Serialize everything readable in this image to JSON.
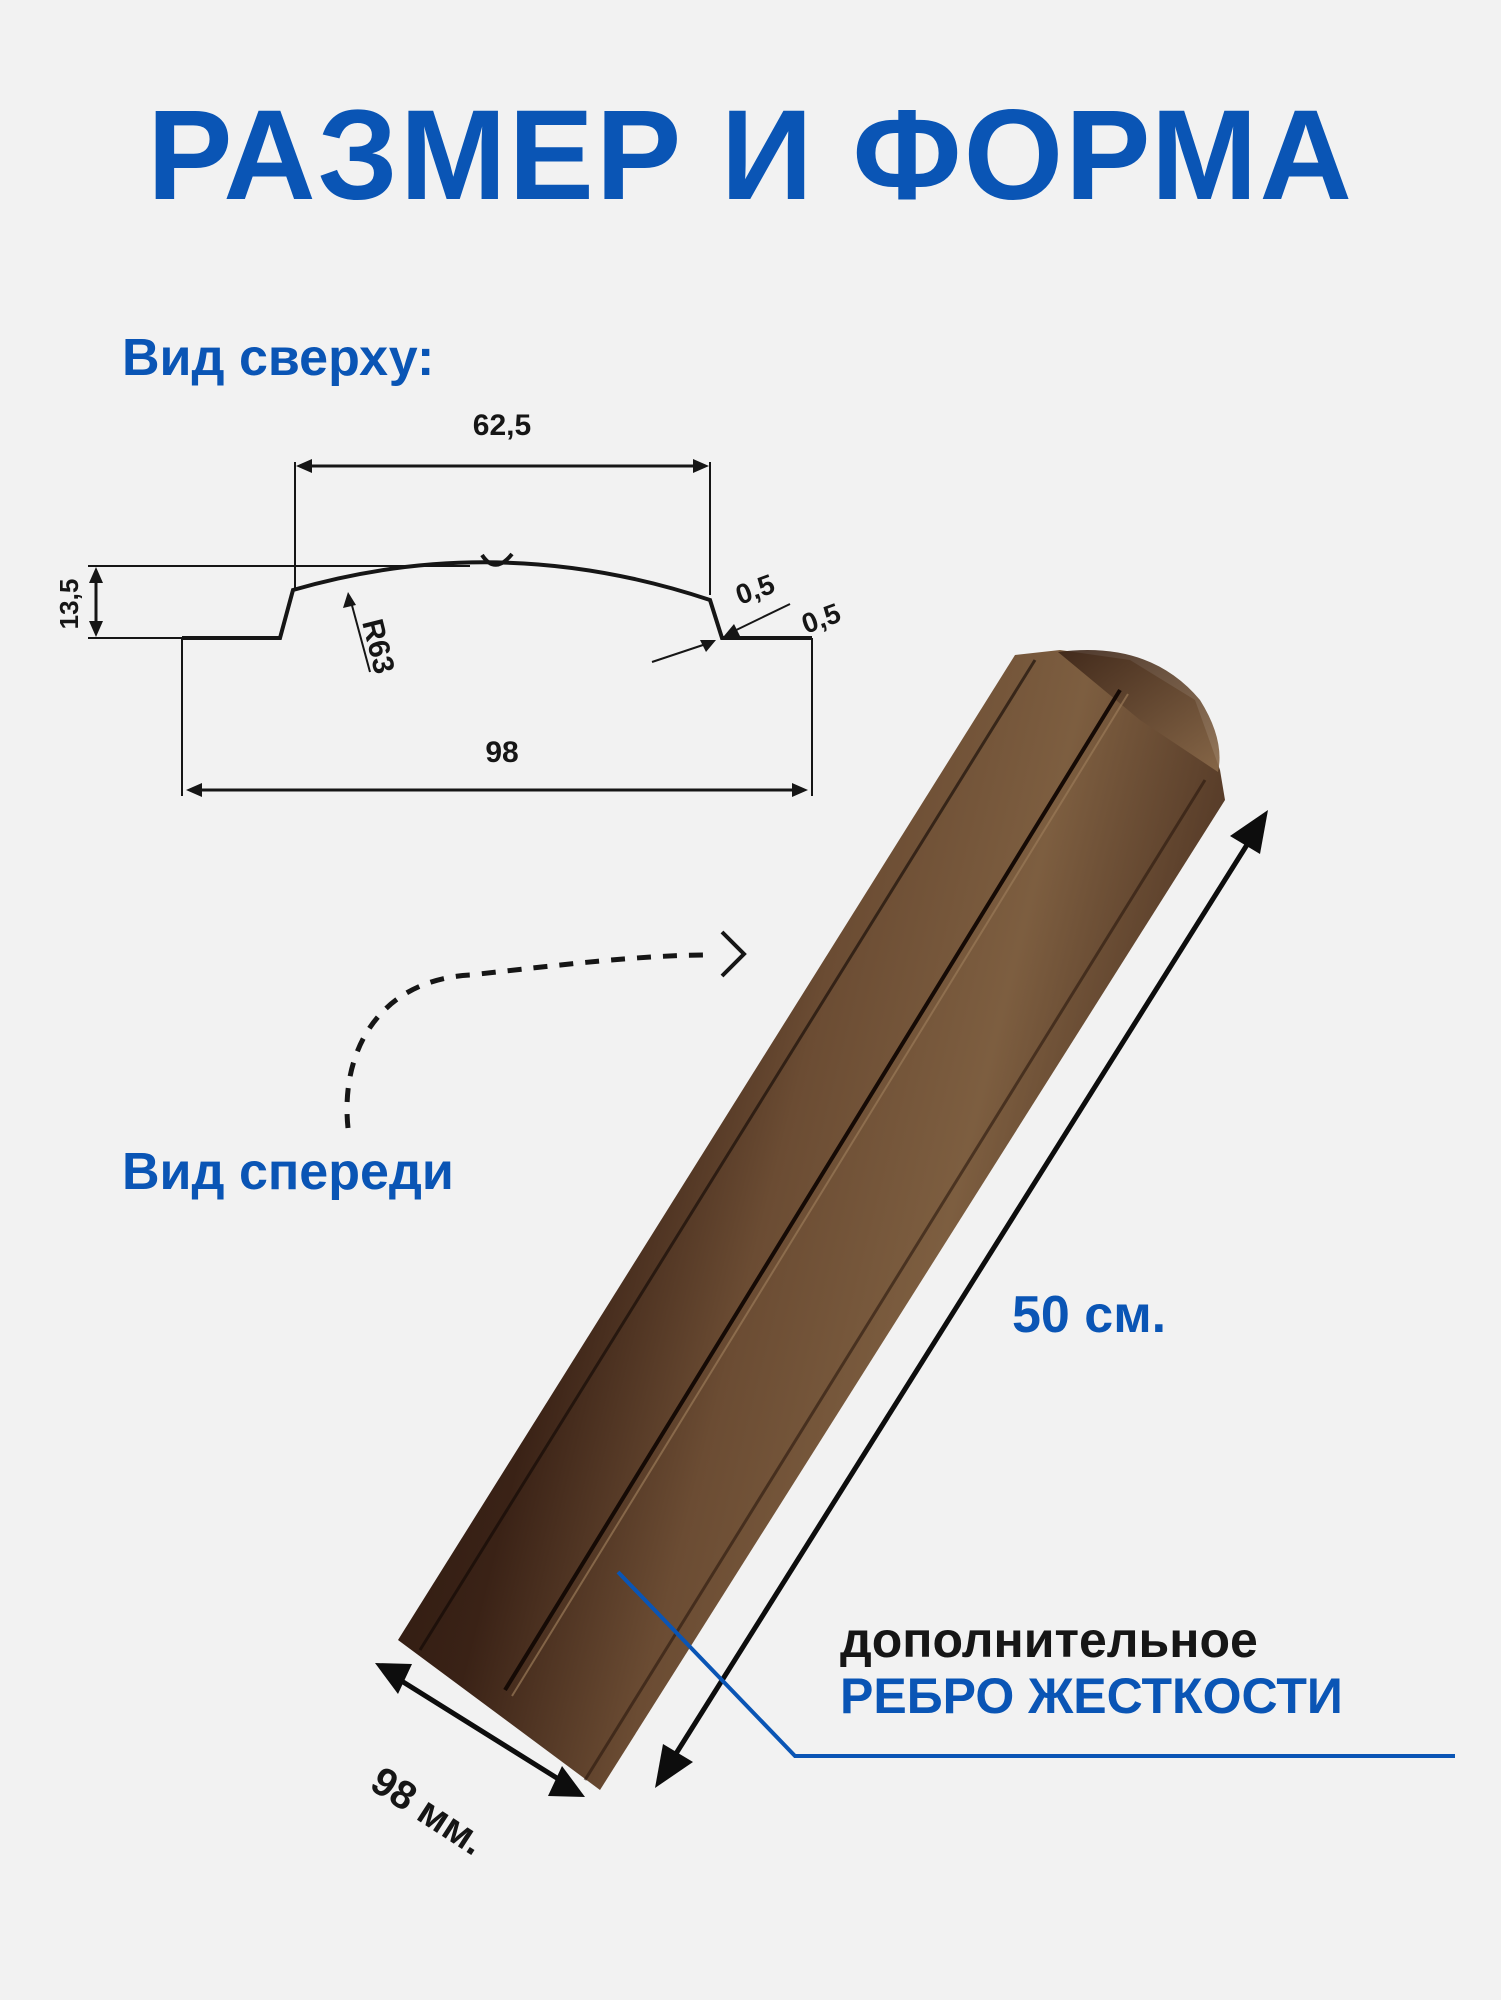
{
  "title": "РАЗМЕР И ФОРМА",
  "top_view": {
    "label": "Вид сверху:",
    "dim_top_width": "62,5",
    "dim_height": "13,5",
    "dim_radius": "R63",
    "dim_thickness_a": "0,5",
    "dim_thickness_b": "0,5",
    "dim_total_width": "98"
  },
  "front_view": {
    "label": "Вид спереди",
    "length_label": "50 см.",
    "width_label": "98 мм."
  },
  "rib_caption": {
    "line1": "дополнительное",
    "line2": "РЕБРО ЖЕСТКОСТИ"
  },
  "colors": {
    "accent": "#0a55b5",
    "text_dark": "#161616",
    "background": "#f2f2f2",
    "profile_brown_dark": "#2e1a12",
    "profile_brown_light": "#7a5a3c"
  }
}
